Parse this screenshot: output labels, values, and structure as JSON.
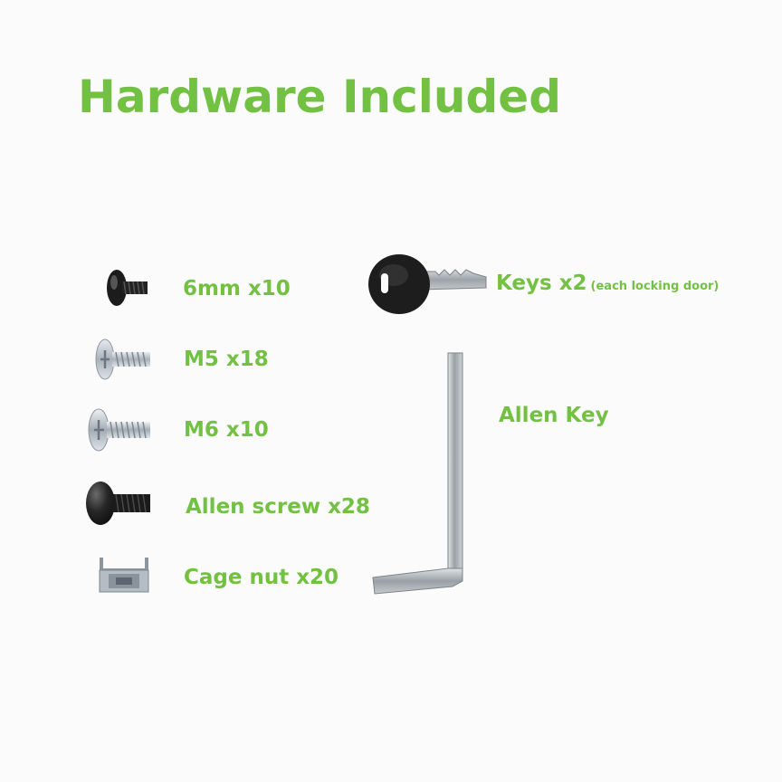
{
  "title": "Hardware Included",
  "items": [
    {
      "label": "6mm x10",
      "icon": "black-screw-icon"
    },
    {
      "label": "M5 x18",
      "icon": "silver-screw-icon"
    },
    {
      "label": "M6 x10",
      "icon": "silver-screw-icon"
    },
    {
      "label": "Allen screw x28",
      "icon": "allen-screw-icon"
    },
    {
      "label": "Cage nut x20",
      "icon": "cage-nut-icon"
    }
  ],
  "keys": {
    "label": "Keys x2",
    "note": "(each locking door)",
    "icon": "key-icon"
  },
  "allen_key": {
    "label": "Allen Key",
    "icon": "allen-key-icon"
  },
  "colors": {
    "accent": "#73c143",
    "background": "#fbfbfb"
  }
}
